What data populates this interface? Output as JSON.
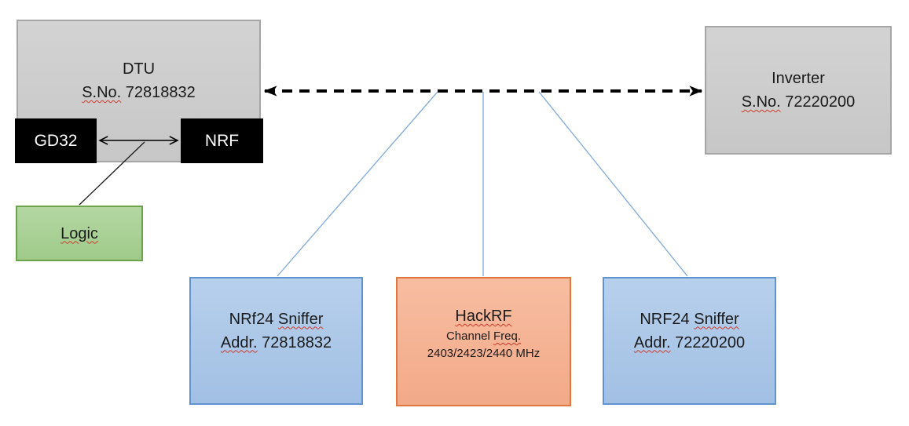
{
  "diagram": {
    "dtu": {
      "title": "DTU",
      "serial_label": "S.No.",
      "serial": "72818832",
      "gd32_label": "GD32",
      "nrf_label": "NRF"
    },
    "logic": {
      "label": "Logic"
    },
    "inverter": {
      "title": "Inverter",
      "serial_label": "S.No.",
      "serial": "72220200"
    },
    "sniffer_left": {
      "name_word1": "NRf24",
      "name_word2": "Sniffer",
      "addr_label": "Addr.",
      "addr": "72818832"
    },
    "hackrf": {
      "title": "HackRF",
      "freq_label_word1": "Channel",
      "freq_label_word2": "Freq.",
      "frequencies": "2403/2423/2440 MHz"
    },
    "sniffer_right": {
      "name_word1": "NRF24",
      "name_word2": "Sniffer",
      "addr_label": "Addr.",
      "addr": "72220200"
    },
    "connections": {
      "rf_link": "DTU <-> Inverter dashed RF link",
      "spi_link": "GD32 <-> NRF internal link",
      "logic_tap": "Logic analyzer tap on GD32-NRF link",
      "sniffer_taps": "RF link monitored by NRf24 sniffer 72818832, HackRF, NRF24 sniffer 72220200"
    },
    "colors": {
      "box_gray": "#CDCDCD",
      "box_gray_border": "#A6A6A6",
      "box_black": "#000000",
      "box_green": "#A9D18E",
      "box_green_border": "#6CA44C",
      "box_blue": "#ACC8E8",
      "box_blue_border": "#5F94D0",
      "box_orange": "#F5B496",
      "box_orange_border": "#E0773E",
      "connector_blue": "#7EA9DB",
      "connector_black": "#000000",
      "spellcheck_red": "#D03A2B"
    }
  }
}
